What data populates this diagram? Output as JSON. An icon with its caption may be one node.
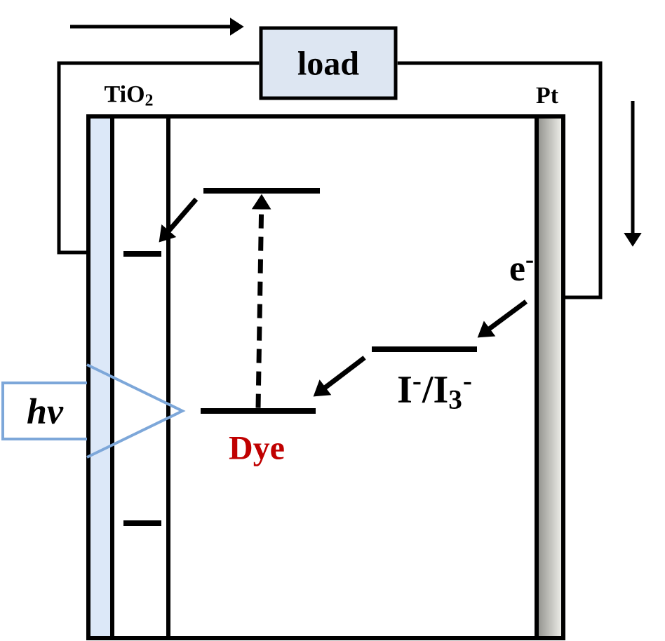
{
  "diagram": {
    "nodes": [
      {
        "text": [
          "load"
        ]
      },
      {
        "text": [
          "TiO$_{2}$"
        ]
      },
      {
        "text": [
          "Pt"
        ]
      },
      {
        "text": [],
        "shape": "bar"
      },
      {
        "text": [],
        "shape": "bar",
        "in": 1
      },
      {
        "text": [
          "hν"
        ]
      },
      {
        "text": [],
        "shape": "bar",
        "beside": [
          "Dye"
        ]
      },
      {
        "text": [],
        "shape": "bar",
        "beside": [
          "I$^{-}$/I$_{3}$$^{-}$"
        ]
      },
      {
        "text": [],
        "shape": "bar",
        "in": 1
      }
    ],
    "edges": [
      {
        "from": 1,
        "to": 0,
        "arrow": "none"
      },
      {
        "from": 0,
        "to": 2,
        "arrow": "none"
      },
      {
        "from": 6,
        "to": 3,
        "arrow": "to",
        "style": "dashed"
      },
      {
        "from": 3,
        "to": 4,
        "arrow": "to"
      },
      {
        "from": 2,
        "to": 7,
        "arrow": "to",
        "label": "e$^{-}$"
      },
      {
        "from": 7,
        "to": 6,
        "arrow": "to"
      }
    ]
  }
}
